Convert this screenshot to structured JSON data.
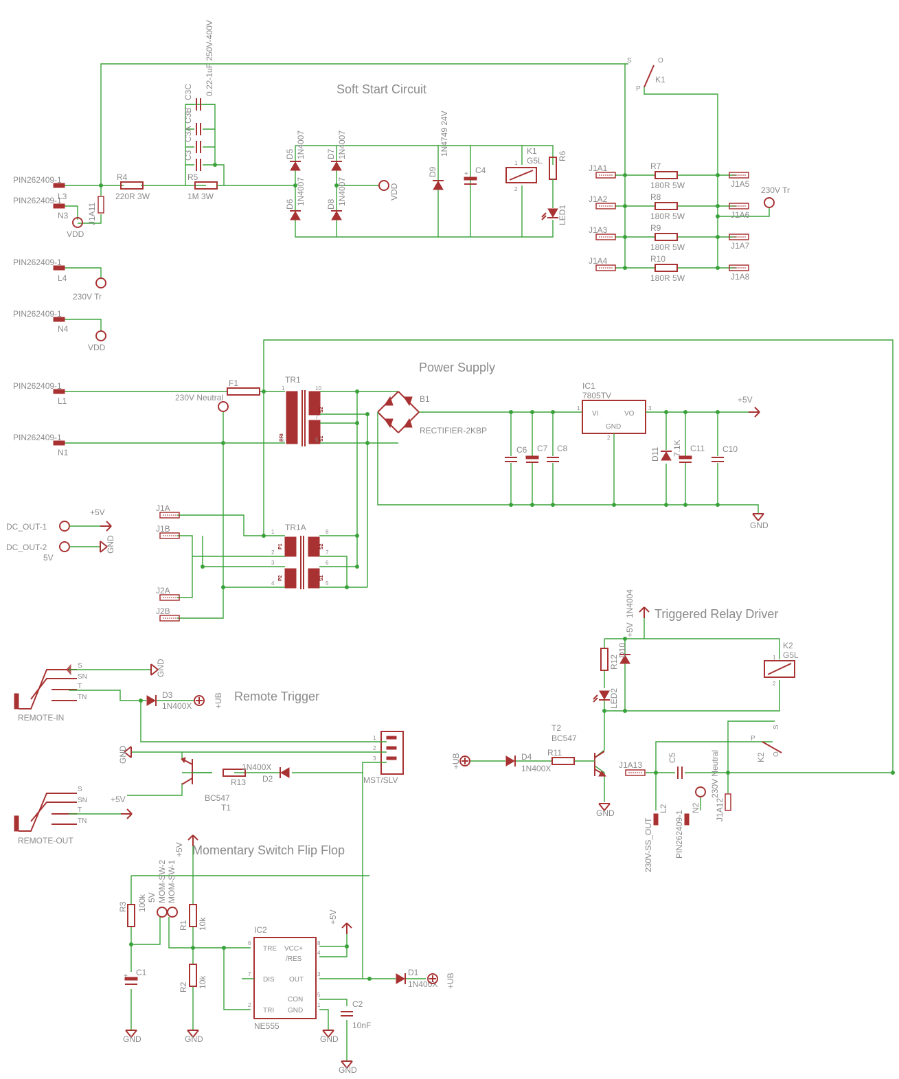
{
  "colors": {
    "wire": "#3aa23a",
    "symbol": "#a83232",
    "text": "#8a8a8a",
    "background": "#ffffff"
  },
  "titles": {
    "soft_start": "Soft Start Circuit",
    "power_supply": "Power Supply",
    "relay_driver": "Triggered Relay Driver",
    "remote_trigger": "Remote Trigger",
    "flip_flop": "Momentary Switch Flip Flop"
  },
  "labels": {
    "pin": "PIN262409-1",
    "l3": "L3",
    "n3": "N3",
    "l4": "L4",
    "n4": "N4",
    "l1": "L1",
    "n1": "N1",
    "vdd": "VDD",
    "v230tr": "230V Tr",
    "v230neutral": "230V Neutral",
    "j1a11": "J1A11",
    "r4": "R4",
    "r4v": "220R 3W",
    "r5": "R5",
    "r5v": "1M 3W",
    "c3": "C3",
    "c3a": "C3A",
    "c3b": "C3B",
    "c3c": "C3C",
    "c3v": "0.22-1uF 250V-400V",
    "d5": "D5",
    "d6": "D6",
    "d7": "D7",
    "d8": "D8",
    "d4007": "1N4007",
    "d9": "D9",
    "d9v": "1N4749 24V",
    "c4": "C4",
    "k1": "K1",
    "g5l": "G5L",
    "r6": "R6",
    "led1": "LED1",
    "relay_s": "S",
    "relay_o": "O",
    "relay_p": "P",
    "j1a1": "J1A1",
    "j1a2": "J1A2",
    "j1a3": "J1A3",
    "j1a4": "J1A4",
    "r7": "R7",
    "r8": "R8",
    "r9": "R9",
    "r10": "R10",
    "r180": "180R 5W",
    "j1a5": "J1A5",
    "j1a6": "J1A6",
    "j1a7": "J1A7",
    "j1a8": "J1A8",
    "f1": "F1",
    "tr1": "TR1",
    "tr1a": "TR1A",
    "pri": "PRI",
    "p1": "P1",
    "p2": "P2",
    "s1": "S1",
    "s2": "S2",
    "b1": "B1",
    "rect": "RECTIFIER-2KBP",
    "ic1": "IC1",
    "ic1v": "7805TV",
    "vi": "VI",
    "vo": "VO",
    "gnd": "GND",
    "plus5v": "+5V",
    "c6": "C6",
    "c7": "C7",
    "c8": "C8",
    "d11": "D11",
    "d11v": "7.1K",
    "c11": "C11",
    "c10": "C10",
    "j1a": "J1A",
    "j1b": "J1B",
    "j2a": "J2A",
    "j2b": "J2B",
    "dcout1": "DC_OUT-1",
    "dcout2": "DC_OUT-2",
    "v5": "5V",
    "k2": "K2",
    "r12": "R12",
    "d10": "D10",
    "d10v": "1N4004",
    "led2": "LED2",
    "t2": "T2",
    "bc547": "BC547",
    "r11": "R11",
    "d4": "D4",
    "n400x": "1N400X",
    "plus_ub": "+UB",
    "j1a13": "J1A13",
    "c5": "C5",
    "l2": "L2",
    "ssout": "230V-SS_OUT",
    "n2": "N2",
    "j1a12": "J1A12",
    "jack_s": "S",
    "jack_sn": "SN",
    "jack_t": "T",
    "jack_tn": "TN",
    "remote_in": "REMOTE-IN",
    "remote_out": "REMOTE-OUT",
    "d3": "D3",
    "d2": "D2",
    "r13": "R13",
    "t1": "T1",
    "mst": "MST/SLV",
    "r3": "R3",
    "r3v": "100k",
    "mom2": "MOM-SW-2",
    "mom1": "MOM-SW-1",
    "r1": "R1",
    "r2": "R2",
    "v10k": "10k",
    "c1": "C1",
    "ic2": "IC2",
    "ne555": "NE555",
    "tre": "TRE",
    "vcc": "VCC+",
    "res": "/RES",
    "dis": "DIS",
    "out": "OUT",
    "con": "CON",
    "tri": "TRI",
    "d1": "D1",
    "c2": "C2",
    "c2v": "10nF"
  }
}
